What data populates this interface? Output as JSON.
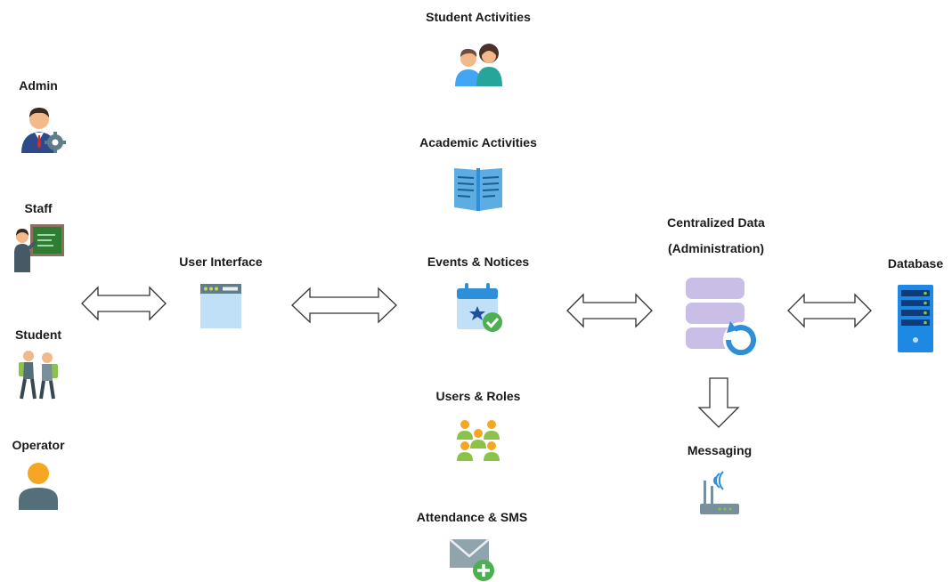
{
  "actors": {
    "admin": "Admin",
    "staff": "Staff",
    "student": "Student",
    "operator": "Operator"
  },
  "user_interface": "User Interface",
  "modules": {
    "student_activities": "Student Activities",
    "academic_activities": "Academic Activities",
    "events_notices": "Events & Notices",
    "users_roles": "Users & Roles",
    "attendance_sms": "Attendance & SMS"
  },
  "centralized": {
    "line1": "Centralized Data",
    "line2": "(Administration)"
  },
  "database": "Database",
  "messaging": "Messaging",
  "icons": [
    "admin-icon",
    "staff-icon",
    "student-icon",
    "operator-icon",
    "user-interface-icon",
    "student-activities-icon",
    "academic-activities-icon",
    "events-notices-icon",
    "users-roles-icon",
    "attendance-sms-icon",
    "centralized-data-icon",
    "database-icon",
    "messaging-icon"
  ],
  "colors": {
    "arrow_stroke": "#333333",
    "light_blue": "#bfe0f7",
    "blue": "#2d8fd8",
    "purple": "#c9bfe6",
    "green": "#8bc34a",
    "orange": "#f5a623"
  }
}
